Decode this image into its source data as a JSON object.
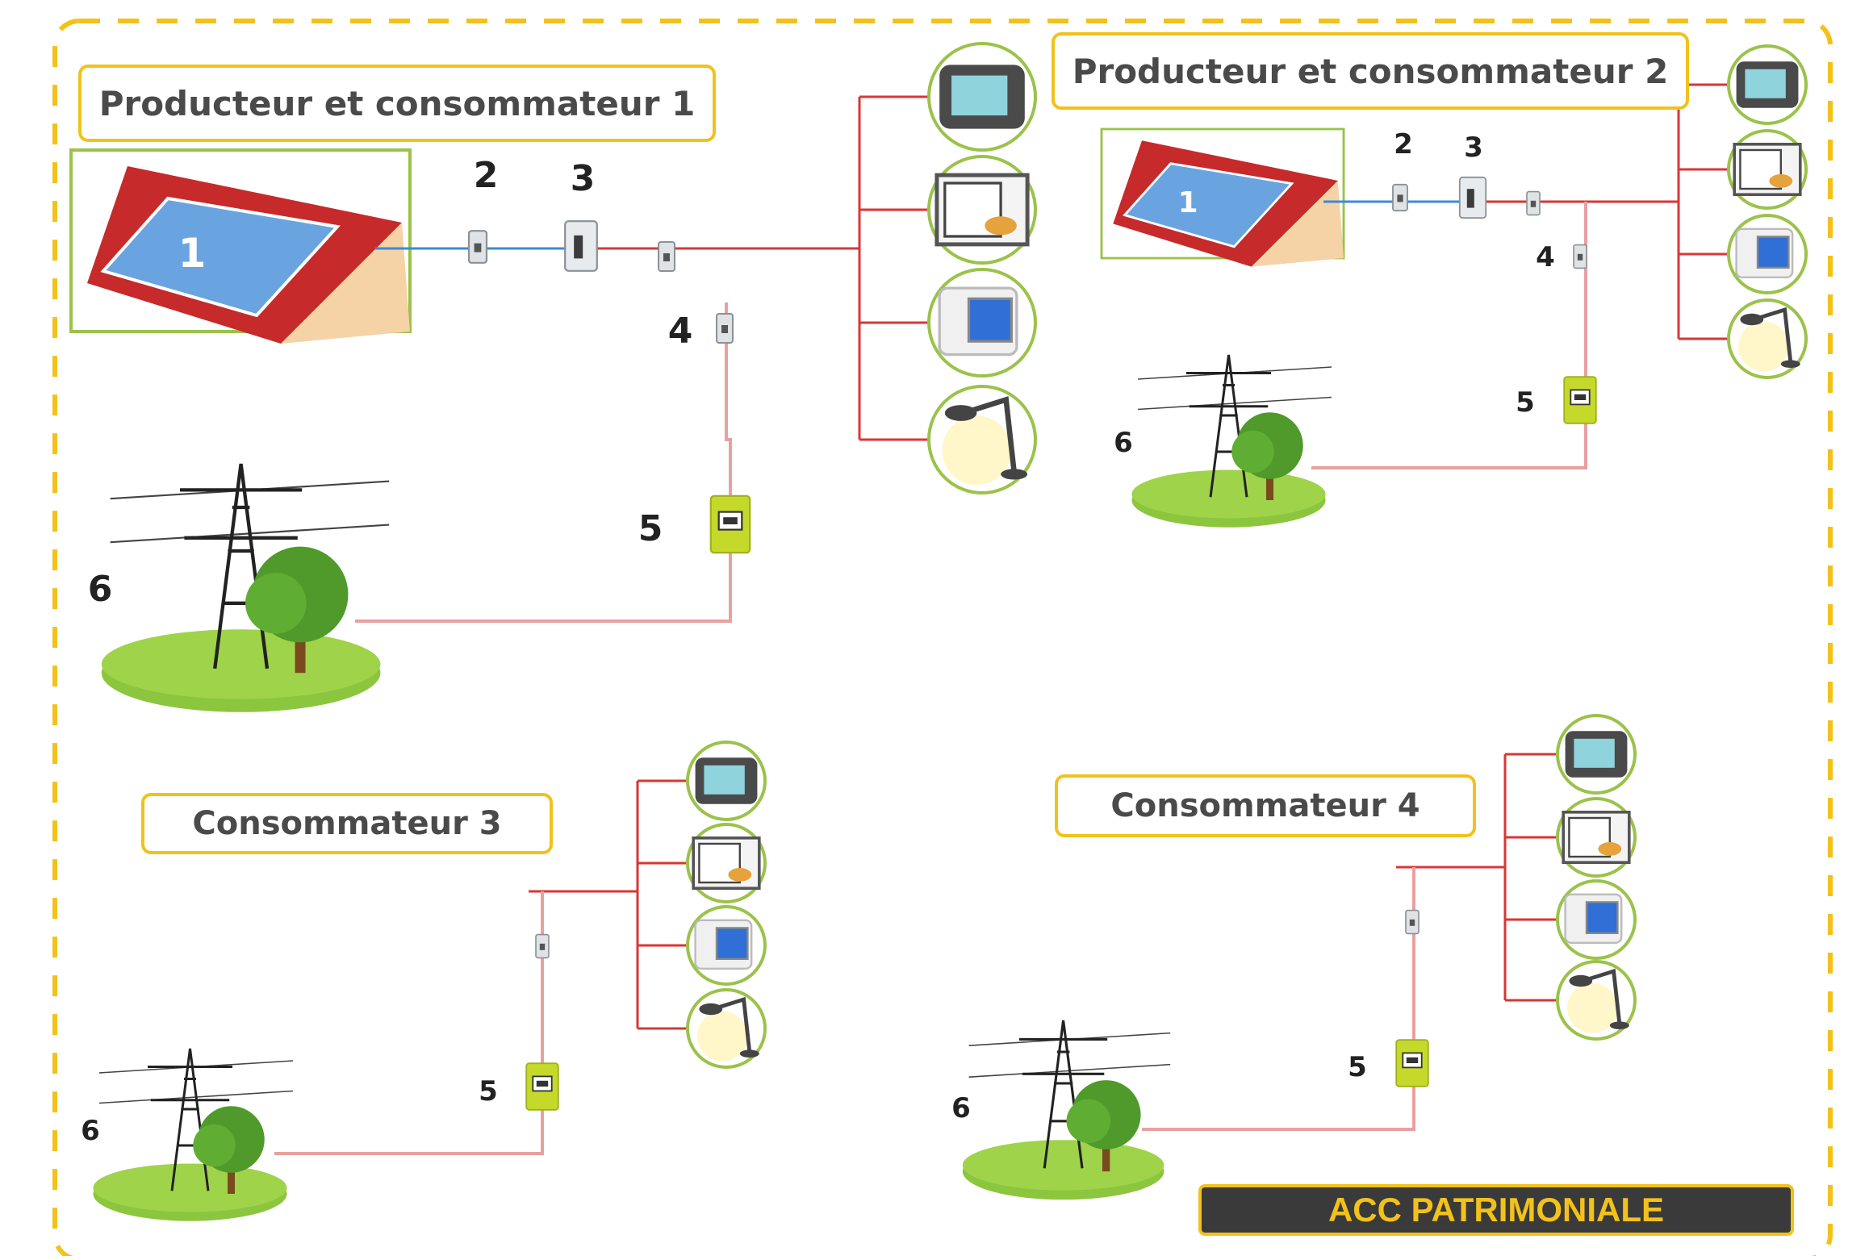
{
  "frame_color": "#f2c21b",
  "panels": [
    {
      "title": "Producteur et consommateur  1",
      "labels": {
        "roof": "1",
        "c2": "2",
        "c3": "3",
        "c4": "4",
        "c5": "5",
        "c6": "6"
      },
      "appliances": [
        "tv-icon",
        "oven-icon",
        "computer-icon",
        "lamp-icon"
      ]
    },
    {
      "title": "Producteur et consommateur  2",
      "labels": {
        "roof": "1",
        "c2": "2",
        "c3": "3",
        "c4": "4",
        "c5": "5",
        "c6": "6"
      },
      "appliances": [
        "tv-icon",
        "oven-icon",
        "computer-icon",
        "lamp-icon"
      ]
    },
    {
      "title": "Consommateur 3",
      "labels": {
        "c5": "5",
        "c6": "6"
      },
      "appliances": [
        "tv-icon",
        "oven-icon",
        "computer-icon",
        "lamp-icon"
      ]
    },
    {
      "title": "Consommateur 4",
      "labels": {
        "c5": "5",
        "c6": "6"
      },
      "appliances": [
        "tv-icon",
        "oven-icon",
        "computer-icon",
        "lamp-icon"
      ]
    }
  ],
  "badge": "ACC PATRIMONIALE",
  "colors": {
    "cable_ac": "#d93636",
    "cable_dc": "#3b8ad9",
    "grid_line": "#e8a0a0",
    "meter": "#c5d92a",
    "roof": "#c62a2a",
    "panel": "#6aa4e0",
    "ground": "#8cc63f"
  }
}
